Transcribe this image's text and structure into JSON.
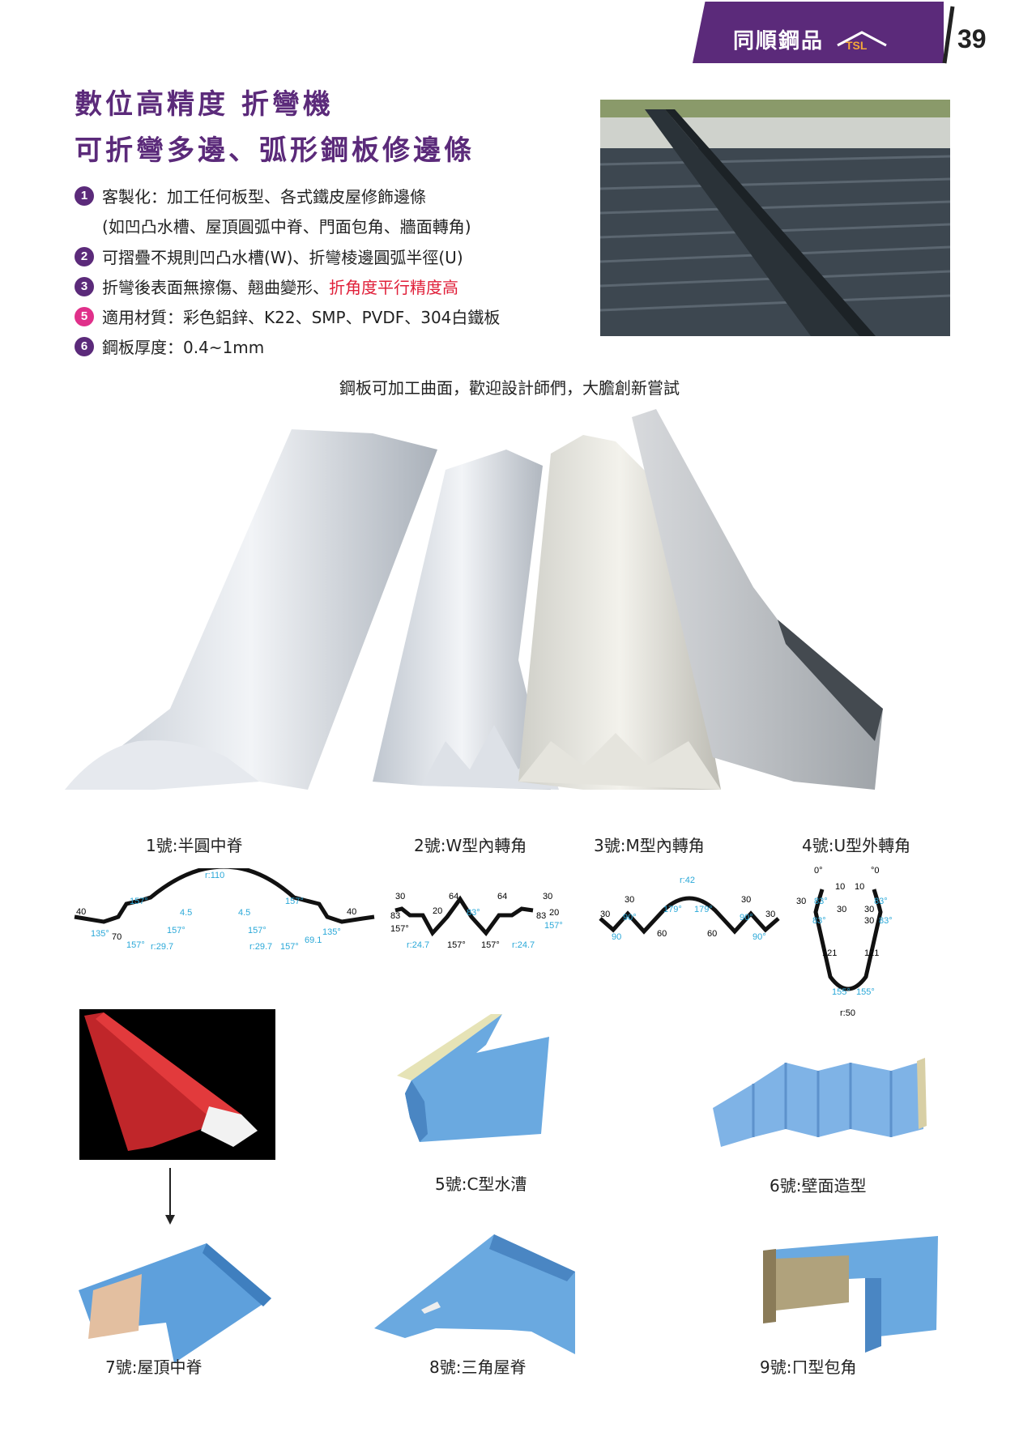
{
  "header": {
    "brand": "同順鋼品",
    "logo_text": "TSL",
    "page_number": "39"
  },
  "titles": {
    "line1": "數位高精度 折彎機",
    "line2": "可折彎多邊、弧形鋼板修邊條"
  },
  "features": [
    {
      "num": "1",
      "text": "客製化：加工任何板型、各式鐵皮屋修飾邊條"
    },
    {
      "num": "",
      "text": "(如凹凸水槽、屋頂圓弧中脊、門面包角、牆面轉角)"
    },
    {
      "num": "2",
      "text": "可摺疊不規則凹凸水槽(W)、折彎棱邊圓弧半徑(U)"
    },
    {
      "num": "3",
      "text": "折彎後表面無擦傷、翹曲變形、",
      "highlight": "折角度平行精度高"
    },
    {
      "num": "5",
      "text": "適用材質：彩色鋁鋅、K22、SMP、PVDF、304白鐵板"
    },
    {
      "num": "6",
      "text": "鋼板厚度：0.4~1mm"
    }
  ],
  "curve_caption": "鋼板可加工曲面，歡迎設計師們，大膽創新嘗試",
  "products": {
    "p1": "1號:半圓中脊",
    "p2": "2號:W型內轉角",
    "p3": "3號:M型內轉角",
    "p4": "4號:U型外轉角",
    "p5": "5號:C型水漕",
    "p6": "6號:壁面造型",
    "p7": "7號:屋頂中脊",
    "p8": "8號:三角屋脊",
    "p9": "9號:ㄇ型包角"
  },
  "profile_dims": {
    "p1": [
      "r:110",
      "157°",
      "4.5",
      "4.5",
      "157°",
      "40",
      "40",
      "135°",
      "70",
      "157°",
      "157°",
      "r:29.7",
      "157°",
      "r:29.7",
      "157°",
      "69.1",
      "135°"
    ],
    "p2": [
      "30",
      "64",
      "64",
      "30",
      "83",
      "20",
      "83°",
      "83",
      "20",
      "157°",
      "157°",
      "r:24.7",
      "157°",
      "157°",
      "r:24.7"
    ],
    "p3": [
      "r:42",
      "30",
      "30",
      "30",
      "30",
      "90°",
      "179°",
      "179°",
      "90°",
      "90",
      "60",
      "60",
      "90°"
    ],
    "p4": [
      "0°",
      "°0",
      "10",
      "10",
      "30",
      "30",
      "83°",
      "83°",
      "30",
      "30",
      "83°",
      "83°",
      "121",
      "121",
      "155°",
      "155°",
      "r:50"
    ]
  },
  "colors": {
    "brand_purple": "#5b2a7a",
    "accent_pink": "#e0308a",
    "highlight_red": "#e0203a",
    "dim_blue": "#2aa8d8"
  }
}
